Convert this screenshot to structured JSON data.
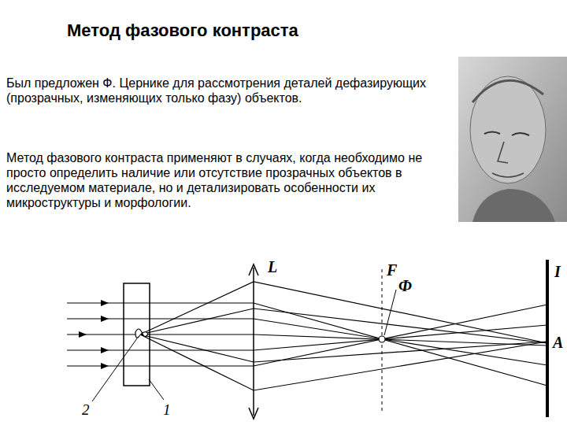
{
  "diagram": {
    "title": "Метод фазового контраста",
    "labels": [
      "Был предложен Ф. Цернике для рассмотрения деталей дефазирующих (прозрачных, изменяющих только фазу) объектов.",
      "Метод фазового контраста применяют в случаях, когда необходимо не просто определить наличие или отсутствие прозрачных объектов в исследуемом материале, но и детализировать особенности их микроструктуры и морфологии.",
      "L",
      "F",
      "Ф",
      "I",
      "A",
      "2",
      "1"
    ]
  }
}
